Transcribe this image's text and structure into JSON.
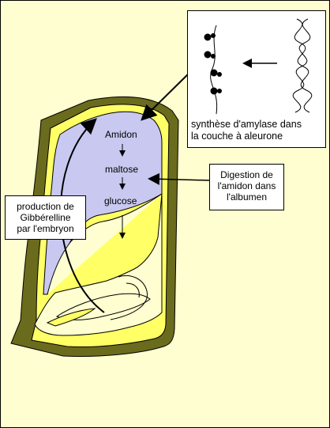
{
  "diagram": {
    "colors": {
      "background": "#fefed0",
      "seed_coat": "#6b6b1e",
      "aleurone": "#ffff66",
      "starch": "#c8c8f0",
      "embryo": "#fefed0",
      "panel": "#ffffff",
      "ink": "#000000"
    },
    "labels": {
      "amidon": "Amidon",
      "maltose": "maltose",
      "glucose": "glucose"
    },
    "gibberellin_box": {
      "line1": "production de",
      "line2": "Gibbérelline",
      "line3": "par l'embryon"
    },
    "digestion_box": {
      "line1": "Digestion de",
      "line2": "l'amidon dans",
      "line3": "l'albumen"
    },
    "amylase_panel": {
      "line1": "synthèse d'amylase dans",
      "line2": "la couche à aleurone"
    }
  }
}
